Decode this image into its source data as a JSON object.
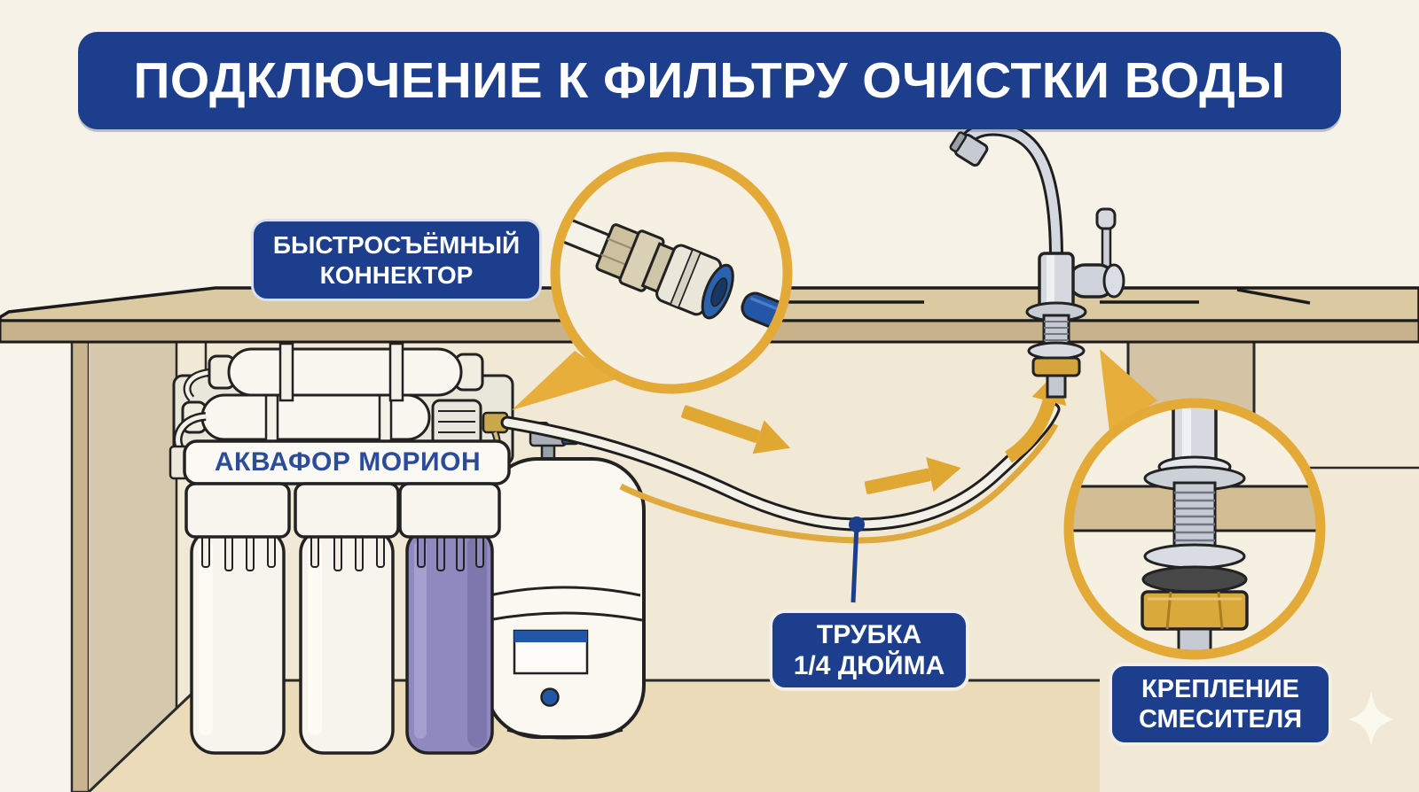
{
  "title": "ПОДКЛЮЧЕНИЕ К ФИЛЬТРУ ОЧИСТКИ ВОДЫ",
  "labels": {
    "quick_connector": {
      "line1": "БЫСТРОСЪЁМНЫЙ",
      "line2": "КОННЕКТОР"
    },
    "tube": {
      "line1": "ТРУБКА",
      "line2": "1/4 ДЮЙМА"
    },
    "faucet_mount": {
      "line1": "КРЕПЛЕНИЕ",
      "line2": "СМЕСИТЕЛЯ"
    }
  },
  "filter": {
    "brand": "АКВАФОР МОРИОН"
  },
  "icons": {
    "magnifier_connector": "zoom-circle showing quick-connect fitting with blue tube",
    "magnifier_mount": "zoom-circle showing faucet stem, washers and brass nut through countertop",
    "flow_arrows": "gold arrows along tube toward faucet",
    "sparkle": "four-point-star"
  },
  "colors": {
    "banner_blue": "#1c3e8c",
    "accent_gold": "#e2a935",
    "tube_blue": "#2456a8",
    "cartridge_purple": "#8f89bf",
    "counter_tan": "#dbc9a2",
    "background_cream": "#f7f2e7"
  }
}
